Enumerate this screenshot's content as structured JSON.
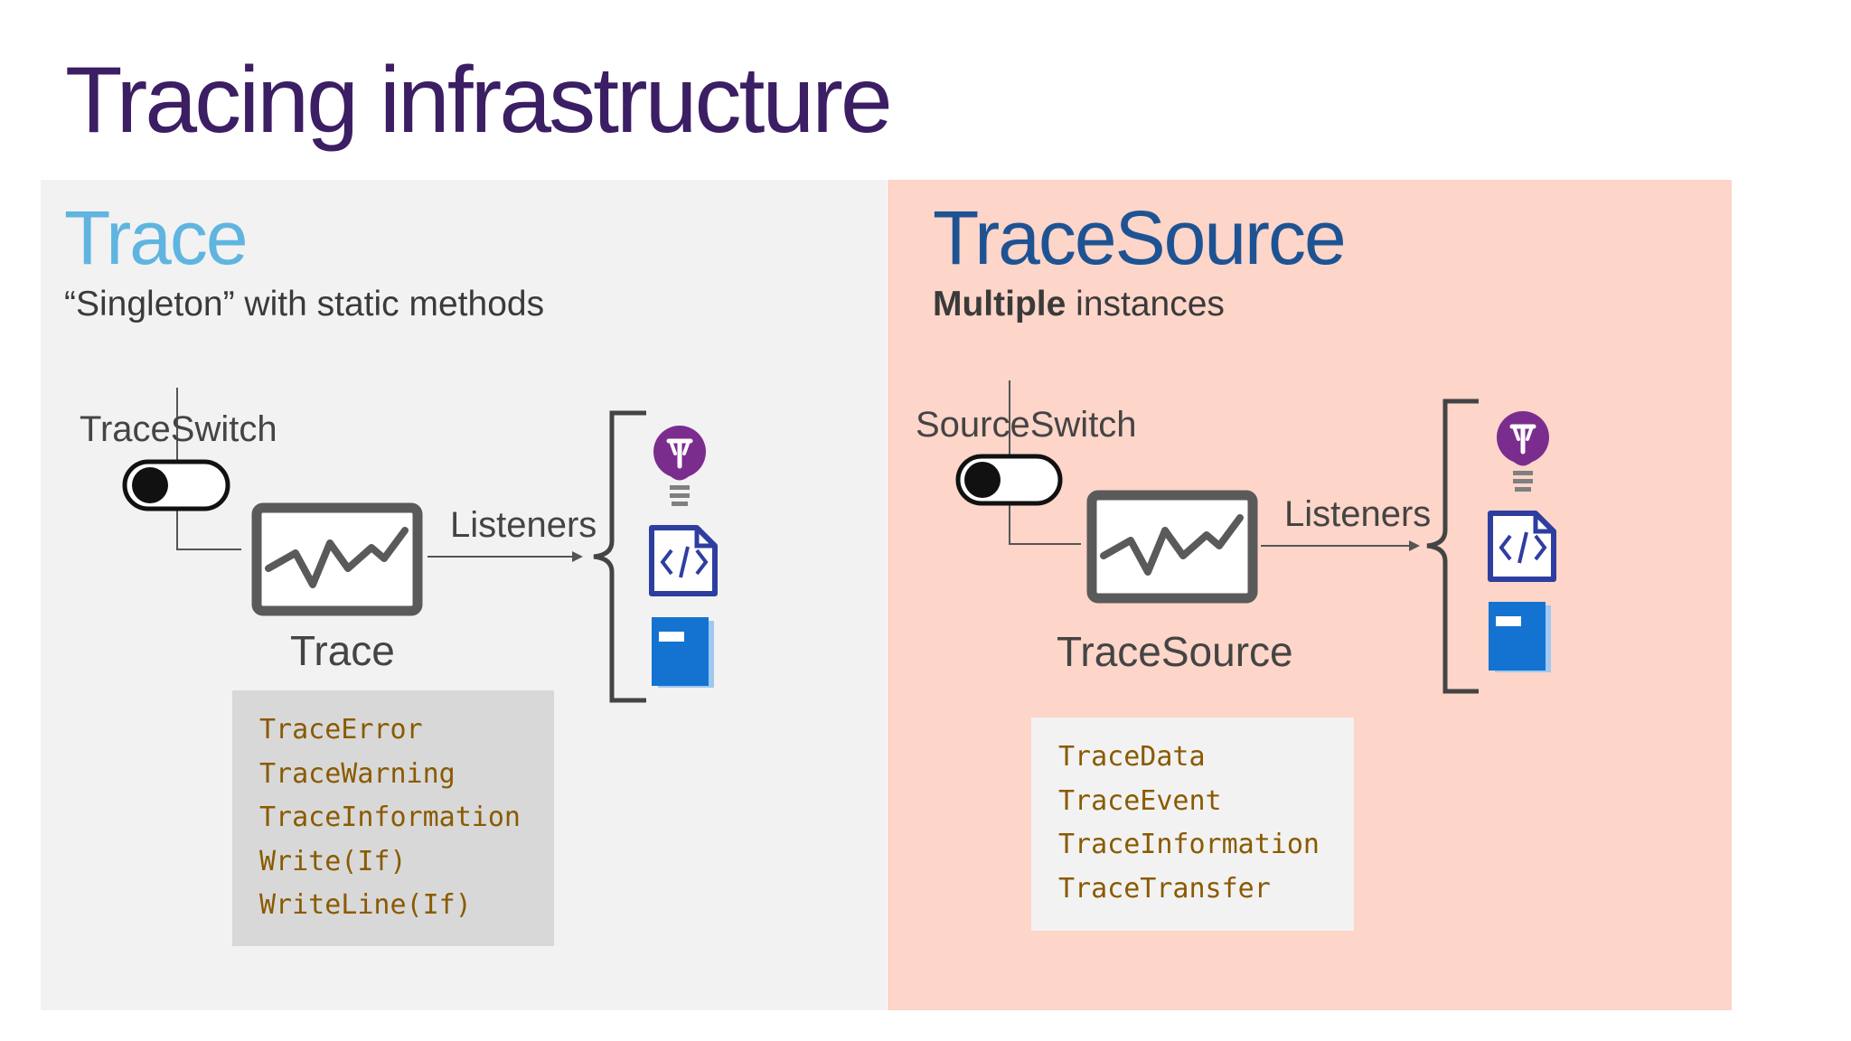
{
  "slide": {
    "title": "Tracing infrastructure"
  },
  "left_panel": {
    "heading": "Trace",
    "subtitle": "“Singleton” with static methods",
    "switch_label": "TraceSwitch",
    "listeners_label": "Listeners",
    "component_label": "Trace",
    "methods": [
      "TraceError",
      "TraceWarning",
      "TraceInformation",
      "Write(If)",
      "WriteLine(If)"
    ]
  },
  "right_panel": {
    "heading": "TraceSource",
    "subtitle_bold": "Multiple",
    "subtitle_rest": " instances",
    "switch_label": "SourceSwitch",
    "listeners_label": "Listeners",
    "component_label": "TraceSource",
    "methods": [
      "TraceData",
      "TraceEvent",
      "TraceInformation",
      "TraceTransfer"
    ]
  },
  "colors": {
    "title": "#3b1e63",
    "trace_heading": "#5fb5e0",
    "tracesource_heading": "#1e5393",
    "left_panel_bg": "#f2f2f2",
    "right_panel_bg": "#fdd5c9",
    "method_text": "#8a5a00",
    "bulb_icon": "#7b2d8e",
    "code_icon": "#2e3ea0",
    "book_icon": "#1473d1"
  },
  "icons": {
    "switch": "toggle-switch-off-icon",
    "monitor": "monitor-chart-icon",
    "listeners": [
      "lightbulb-icon",
      "code-file-icon",
      "book-icon"
    ]
  }
}
